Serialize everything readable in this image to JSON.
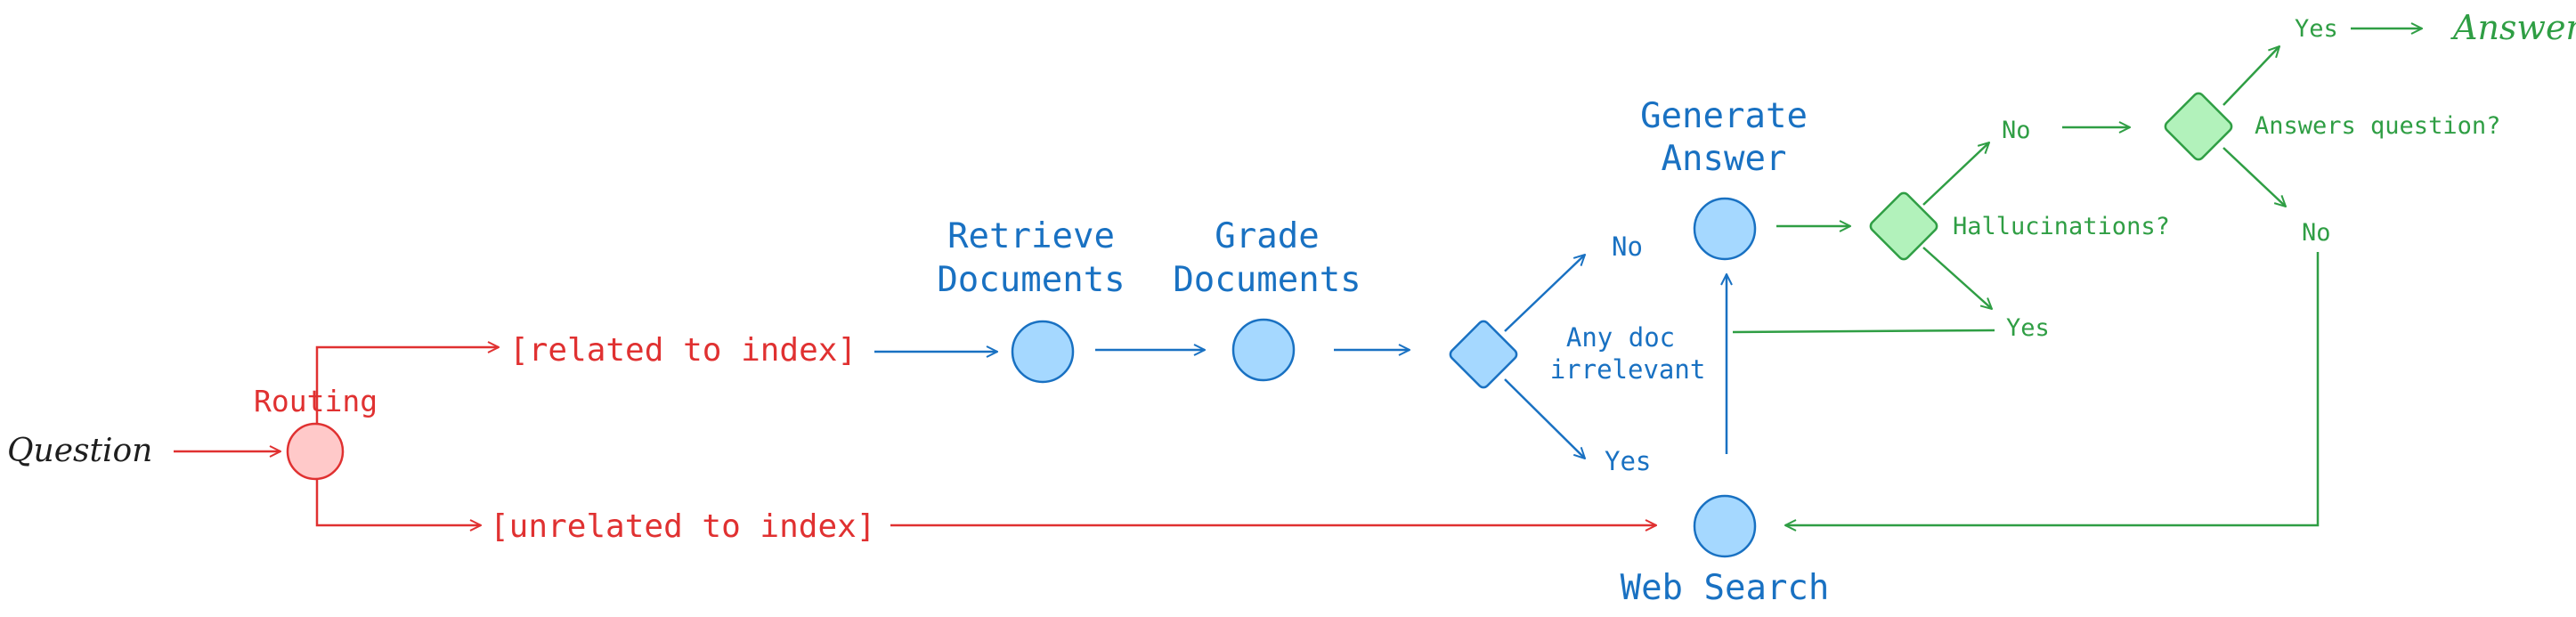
{
  "colors": {
    "red": "#e03131",
    "red_fill": "#ffc9c9",
    "blue": "#1971c2",
    "blue_fill": "#a5d8ff",
    "green": "#2f9e44",
    "green_fill": "#b2f2bb",
    "black": "#1e1e1e"
  },
  "labels": {
    "question": "Question",
    "routing": "Routing",
    "related": "[related to index]",
    "unrelated": "[unrelated to index]",
    "retrieve_l1": "Retrieve",
    "retrieve_l2": "Documents",
    "grade_l1": "Grade",
    "grade_l2": "Documents",
    "generate_l1": "Generate",
    "generate_l2": "Answer",
    "web_search": "Web Search",
    "any_doc_l1": "Any doc",
    "any_doc_l2": "irrelevant",
    "grade_no": "No",
    "grade_yes": "Yes",
    "hallucinations": "Hallucinations?",
    "halluc_no": "No",
    "halluc_yes": "Yes",
    "answers_question": "Answers question?",
    "answers_yes": "Yes",
    "answers_no": "No",
    "answer": "Answer"
  }
}
